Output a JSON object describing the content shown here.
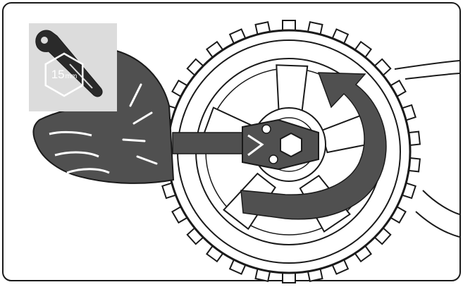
{
  "tool": {
    "icon": "ratchet-wrench-icon",
    "socket_size": "15",
    "socket_unit": "mm",
    "badge_color": "#dcdcdc"
  },
  "illustration": {
    "subject": "wheel-nut-removal",
    "arrow_direction": "counter-clockwise",
    "arrow_color": "#505050",
    "line_color": "#1a1a1a"
  }
}
